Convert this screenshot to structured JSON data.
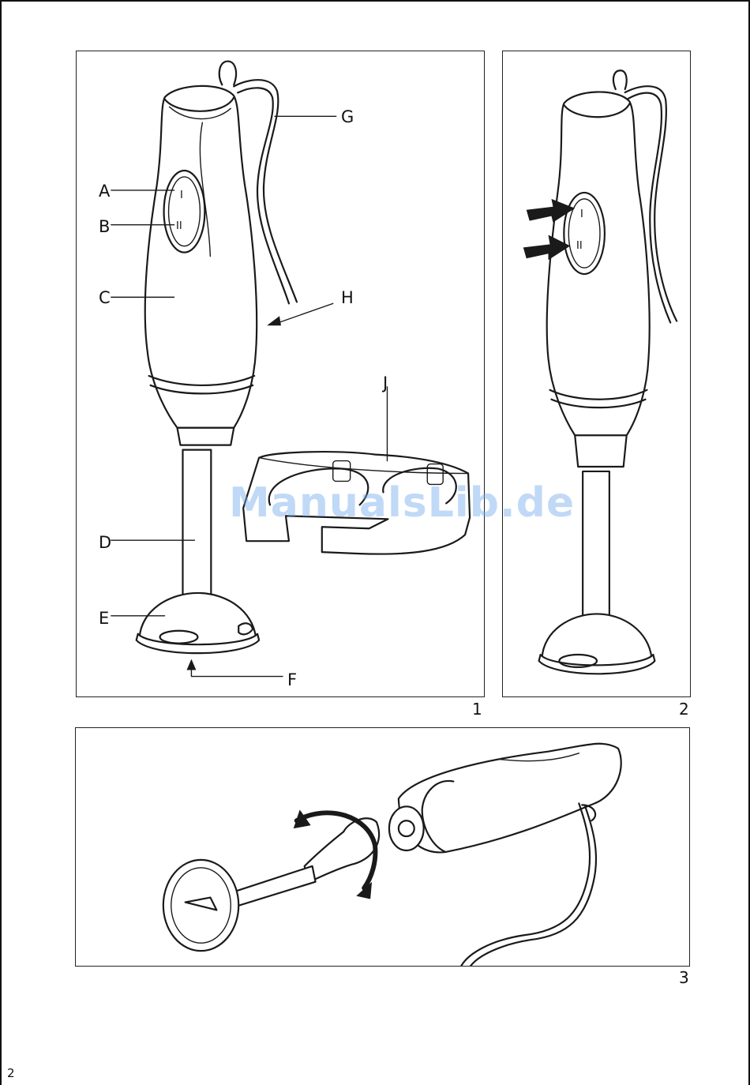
{
  "figures": [
    {
      "number": "1"
    },
    {
      "number": "2"
    },
    {
      "number": "3"
    }
  ],
  "labels": {
    "a": "A",
    "b": "B",
    "c": "C",
    "d": "D",
    "e": "E",
    "f": "F",
    "g": "G",
    "h": "H",
    "j": "J"
  },
  "button_marks": {
    "speed_1": "I",
    "speed_2": "II"
  },
  "watermark": "ManualsLib.de",
  "page_number": "2"
}
